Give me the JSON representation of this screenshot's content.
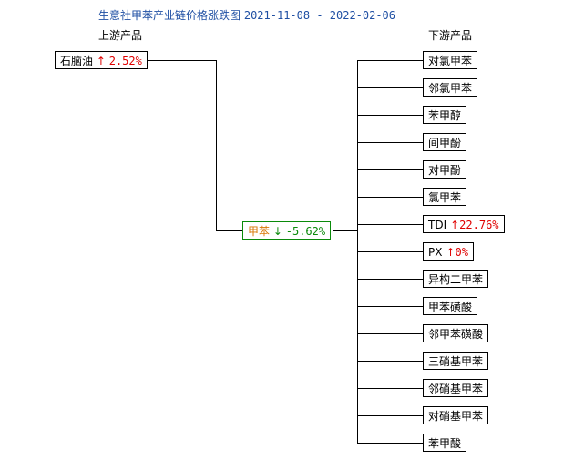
{
  "title": "生意社甲苯产业链价格涨跌图",
  "date_range": "2021-11-08 - 2022-02-06",
  "headers": {
    "upstream": "上游产品",
    "downstream": "下游产品"
  },
  "colors": {
    "title": "#1f4fa3",
    "up": "#e00000",
    "down": "#0a8a0a",
    "center_name": "#d97706"
  },
  "upstream": [
    {
      "name": "石脑油",
      "arrow": "↑",
      "change": "2.52%"
    }
  ],
  "center": {
    "name": "甲苯",
    "arrow": "↓",
    "change": "-5.62%"
  },
  "downstream": [
    {
      "name": "对氯甲苯"
    },
    {
      "name": "邻氯甲苯"
    },
    {
      "name": "苯甲醇"
    },
    {
      "name": "间甲酚"
    },
    {
      "name": "对甲酚"
    },
    {
      "name": "氯甲苯"
    },
    {
      "name": "TDI",
      "arrow": "↑",
      "change": "22.76%"
    },
    {
      "name": "PX",
      "arrow": "↑",
      "change": "0%"
    },
    {
      "name": "异构二甲苯"
    },
    {
      "name": "甲苯磺酸"
    },
    {
      "name": "邻甲苯磺酸"
    },
    {
      "name": "三硝基甲苯"
    },
    {
      "name": "邻硝基甲苯"
    },
    {
      "name": "对硝基甲苯"
    },
    {
      "name": "苯甲酸"
    }
  ]
}
